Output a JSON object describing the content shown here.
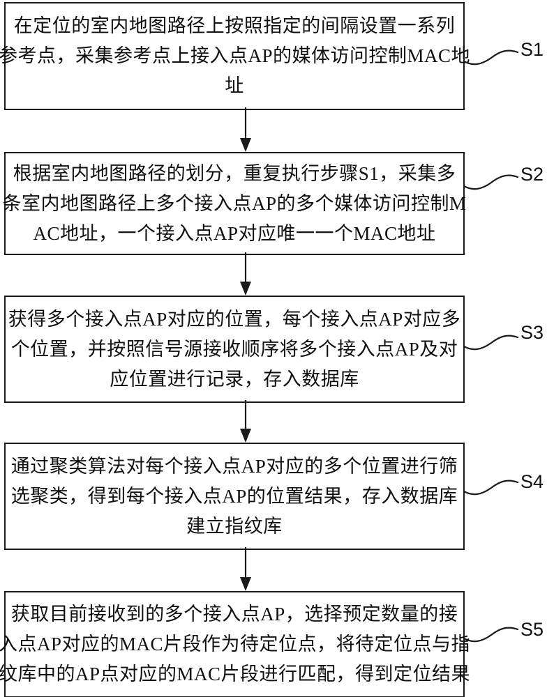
{
  "figure": {
    "type": "patent-method-flowchart",
    "background_color": "#ffffff",
    "line_color": "#1a1a1a",
    "text_color": "#101010"
  },
  "steps": [
    {
      "label": "S1",
      "lines": [
        "在定位的室内地图路径上按照指定的间隔设置一系列",
        "参考点，采集参考点上接入点AP的媒体访问控制MAC地",
        "址"
      ]
    },
    {
      "label": "S2",
      "lines": [
        "根据室内地图路径的划分，重复执行步骤S1，采集多",
        "条室内地图路径上多个接入点AP的多个媒体访问控制M",
        "AC地址，一个接入点AP对应唯一一个MAC地址"
      ]
    },
    {
      "label": "S3",
      "lines": [
        "获得多个接入点AP对应的位置，每个接入点AP对应多",
        "个位置，并按照信号源接收顺序将多个接入点AP及对",
        "应位置进行记录，存入数据库"
      ]
    },
    {
      "label": "S4",
      "lines": [
        "通过聚类算法对每个接入点AP对应的多个位置进行筛",
        "选聚类，得到每个接入点AP的位置结果，存入数据库",
        "建立指纹库"
      ]
    },
    {
      "label": "S5",
      "lines": [
        "获取目前接收到的多个接入点AP，选择预定数量的接",
        "入点AP对应的MAC片段作为待定位点，将待定位点与指",
        "纹库中的AP点对应的MAC片段进行匹配，得到定位结果"
      ]
    }
  ]
}
